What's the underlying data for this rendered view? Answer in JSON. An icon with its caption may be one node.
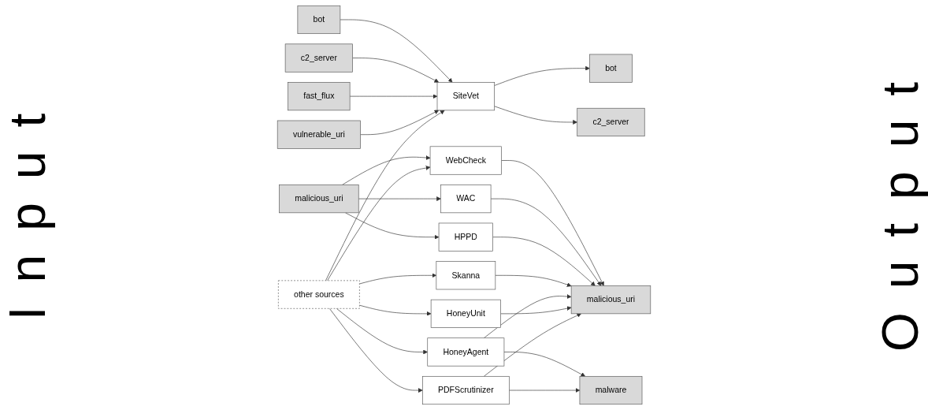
{
  "diagram": {
    "nodes": [
      {
        "text": [
          "bot"
        ]
      },
      {
        "text": [
          "c2_server"
        ]
      },
      {
        "text": [
          "fast_flux"
        ]
      },
      {
        "text": [
          "malicious_uri"
        ]
      },
      {
        "text": [
          "vulnerable_uri"
        ]
      },
      {
        "text": [
          "other sources"
        ]
      },
      {
        "text": [
          "SiteVet"
        ]
      },
      {
        "text": [
          "WebCheck"
        ]
      },
      {
        "text": [
          "WAC"
        ]
      },
      {
        "text": [
          "HPPD"
        ]
      },
      {
        "text": [
          "Skanna"
        ]
      },
      {
        "text": [
          "HoneyAgent"
        ]
      },
      {
        "text": [
          "HoneyUnit"
        ]
      },
      {
        "text": [
          "PDFScrutinizer"
        ]
      },
      {
        "text": [
          "bot"
        ]
      },
      {
        "text": [
          "c2_server"
        ]
      },
      {
        "text": [
          "malicious_uri"
        ]
      },
      {
        "text": [
          "malware"
        ]
      }
    ],
    "edges": [
      {
        "from": 0,
        "to": 6,
        "arrow": "to"
      },
      {
        "from": 1,
        "to": 6,
        "arrow": "to"
      },
      {
        "from": 2,
        "to": 6,
        "arrow": "to"
      },
      {
        "from": 4,
        "to": 6,
        "arrow": "to"
      },
      {
        "from": 5,
        "to": 6,
        "arrow": "to"
      },
      {
        "from": 3,
        "to": 7,
        "arrow": "to"
      },
      {
        "from": 3,
        "to": 8,
        "arrow": "to"
      },
      {
        "from": 3,
        "to": 9,
        "arrow": "to"
      },
      {
        "from": 5,
        "to": 7,
        "arrow": "to"
      },
      {
        "from": 5,
        "to": 10,
        "arrow": "to"
      },
      {
        "from": 5,
        "to": 11,
        "arrow": "to"
      },
      {
        "from": 5,
        "to": 12,
        "arrow": "to"
      },
      {
        "from": 5,
        "to": 13,
        "arrow": "to"
      },
      {
        "from": 6,
        "to": 14,
        "arrow": "to"
      },
      {
        "from": 6,
        "to": 15,
        "arrow": "to"
      },
      {
        "from": 7,
        "to": 16,
        "arrow": "to"
      },
      {
        "from": 8,
        "to": 16,
        "arrow": "to"
      },
      {
        "from": 9,
        "to": 16,
        "arrow": "to"
      },
      {
        "from": 10,
        "to": 16,
        "arrow": "to"
      },
      {
        "from": 11,
        "to": 16,
        "arrow": "to"
      },
      {
        "from": 12,
        "to": 16,
        "arrow": "to"
      },
      {
        "from": 13,
        "to": 16,
        "arrow": "to"
      },
      {
        "from": 11,
        "to": 17,
        "arrow": "to"
      },
      {
        "from": 13,
        "to": 17,
        "arrow": "to"
      }
    ],
    "labels": [
      "Input",
      "Output"
    ]
  }
}
